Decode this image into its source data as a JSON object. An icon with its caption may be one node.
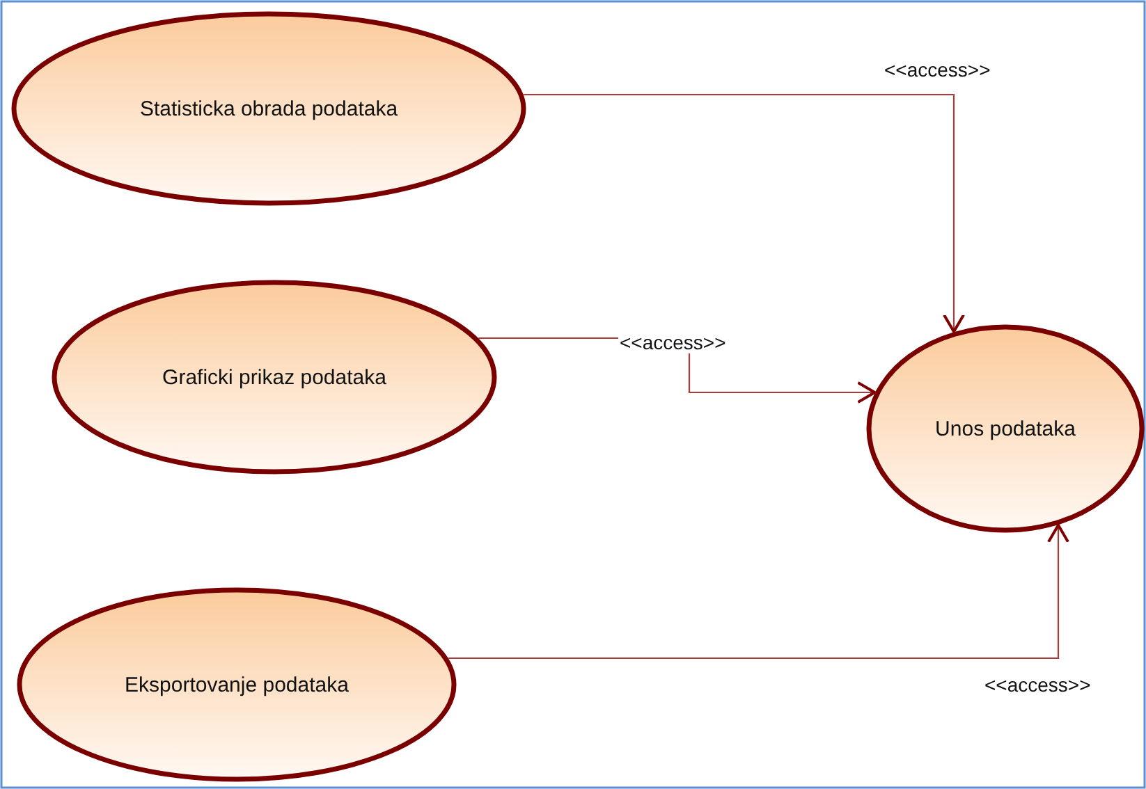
{
  "diagram": {
    "nodes": [
      {
        "text": [
          "Statisticka obrada podataka"
        ]
      },
      {
        "text": [
          "Graficki prikaz podataka"
        ]
      },
      {
        "text": [
          "Eksportovanje podataka"
        ]
      },
      {
        "text": [
          "Unos podataka"
        ]
      }
    ],
    "edges": [
      {
        "from": 0,
        "to": 3,
        "arrow": "to",
        "label": "<<access>>"
      },
      {
        "from": 1,
        "to": 3,
        "arrow": "to",
        "label": "<<access>>"
      },
      {
        "from": 2,
        "to": 3,
        "arrow": "to",
        "label": "<<access>>"
      }
    ]
  }
}
